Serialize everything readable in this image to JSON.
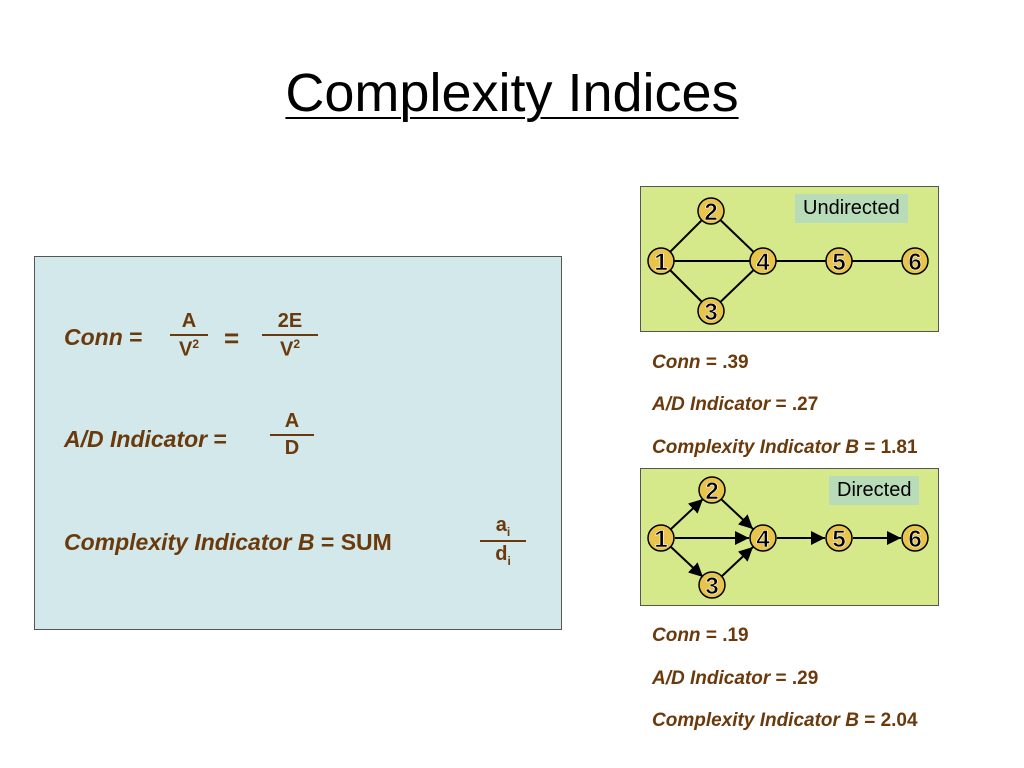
{
  "title": "Complexity Indices",
  "formulas": {
    "conn_label": "Conn",
    "conn_eq": "=",
    "conn_frac1_num": "A",
    "conn_frac1_den": "V",
    "conn_frac1_den_sup": "2",
    "conn_eq2": "=",
    "conn_frac2_num": "2E",
    "conn_frac2_den": "V",
    "conn_frac2_den_sup": "2",
    "ad_label": "A/D Indicator",
    "ad_eq": "=",
    "ad_frac_num": "A",
    "ad_frac_den": "D",
    "cib_label": "Complexity Indicator B",
    "cib_eq": "= SUM",
    "cib_frac_num": "a",
    "cib_frac_num_sub": "i",
    "cib_frac_den": "d",
    "cib_frac_den_sub": "i"
  },
  "undirected": {
    "label": "Undirected",
    "nodes": [
      "1",
      "2",
      "3",
      "4",
      "5",
      "6"
    ],
    "stats": {
      "conn_label": "Conn",
      "conn_value": "= .39",
      "ad_label": "A/D Indicator",
      "ad_value": "= .27",
      "cib_label": "Complexity Indicator B",
      "cib_value": "= 1.81"
    }
  },
  "directed": {
    "label": "Directed",
    "nodes": [
      "1",
      "2",
      "3",
      "4",
      "5",
      "6"
    ],
    "stats": {
      "conn_label": "Conn",
      "conn_value": "= .19",
      "ad_label": "A/D Indicator",
      "ad_value": "= .29",
      "cib_label": "Complexity Indicator B",
      "cib_value": "= 2.04"
    }
  },
  "colors": {
    "text_brown": "#6b3a0c",
    "formula_bg": "#d2e8ea",
    "graph_bg": "#d6e98a",
    "node_fill": "#e8c44a",
    "label_bg": "#b8dcb8"
  }
}
